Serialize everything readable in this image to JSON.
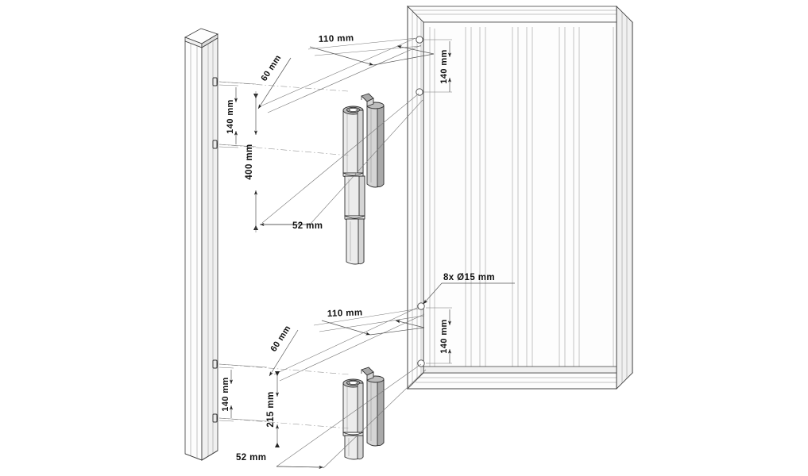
{
  "drawing": {
    "title": "Gate hinge mounting dimension drawing",
    "units": "mm",
    "background_color": "#ffffff",
    "line_color": "#3a3a3a",
    "text_color": "#111111",
    "hinge_fill_color": "#d5d5d5"
  },
  "dimensions": {
    "top_horizontal_110": "110 mm",
    "top_diagonal_60": "60 mm",
    "top_post_140": "140 mm",
    "top_total_400": "400 mm",
    "top_offset_52": "52 mm",
    "top_panel_140": "140 mm",
    "hole_callout": "8x Ø15 mm",
    "bottom_panel_140": "140 mm",
    "bottom_horizontal_110": "110 mm",
    "bottom_diagonal_60": "60 mm",
    "bottom_post_140": "140 mm",
    "bottom_total_215": "215 mm",
    "bottom_offset_52": "52 mm"
  },
  "parts": {
    "post_label": "square-post",
    "gate_panel_label": "gate-leaf-panel",
    "upper_hinge_label": "upper-adjustable-hinge",
    "lower_hinge_label": "lower-adjustable-hinge"
  }
}
